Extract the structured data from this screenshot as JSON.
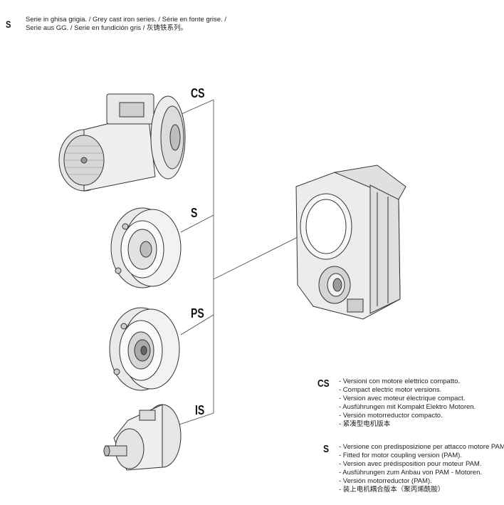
{
  "header": {
    "series_letter": "S",
    "series_line1": "Serie in ghisa grigia. / Grey cast iron series. / Série en fonte grise. /",
    "series_line2": "Serie aus GG. / Serie en fundición gris / 灰铸铁系列。"
  },
  "variants": [
    {
      "code": "CS",
      "icon": "compact-motor-drawing"
    },
    {
      "code": "S",
      "icon": "pam-flange-drawing"
    },
    {
      "code": "PS",
      "icon": "pam-flange-coupling-drawing"
    },
    {
      "code": "IS",
      "icon": "input-shaft-drawing"
    }
  ],
  "gearbox_icon": "shaft-mounted-gearbox-drawing",
  "legend": [
    {
      "code": "CS",
      "lines": [
        "- Versioni con motore elettrico compatto.",
        "- Compact electric motor versions.",
        "- Version avec moteur électrique compact.",
        "- Ausführungen mit Kompakt Elektro Motoren.",
        "- Versión motorreductor compacto.",
        "- 紧凑型电机版本"
      ]
    },
    {
      "code": "S",
      "lines": [
        "- Versione con predisposizione per attacco motore PAM.",
        "- Fitted for motor coupling version (PAM).",
        "- Version avec prédisposition pour moteur PAM.",
        "- Ausführungen zum Anbau von PAM - Motoren.",
        "- Versión motorreductor (PAM).",
        "- 装上电机耦合版本（聚丙烯酰胺）"
      ]
    }
  ]
}
